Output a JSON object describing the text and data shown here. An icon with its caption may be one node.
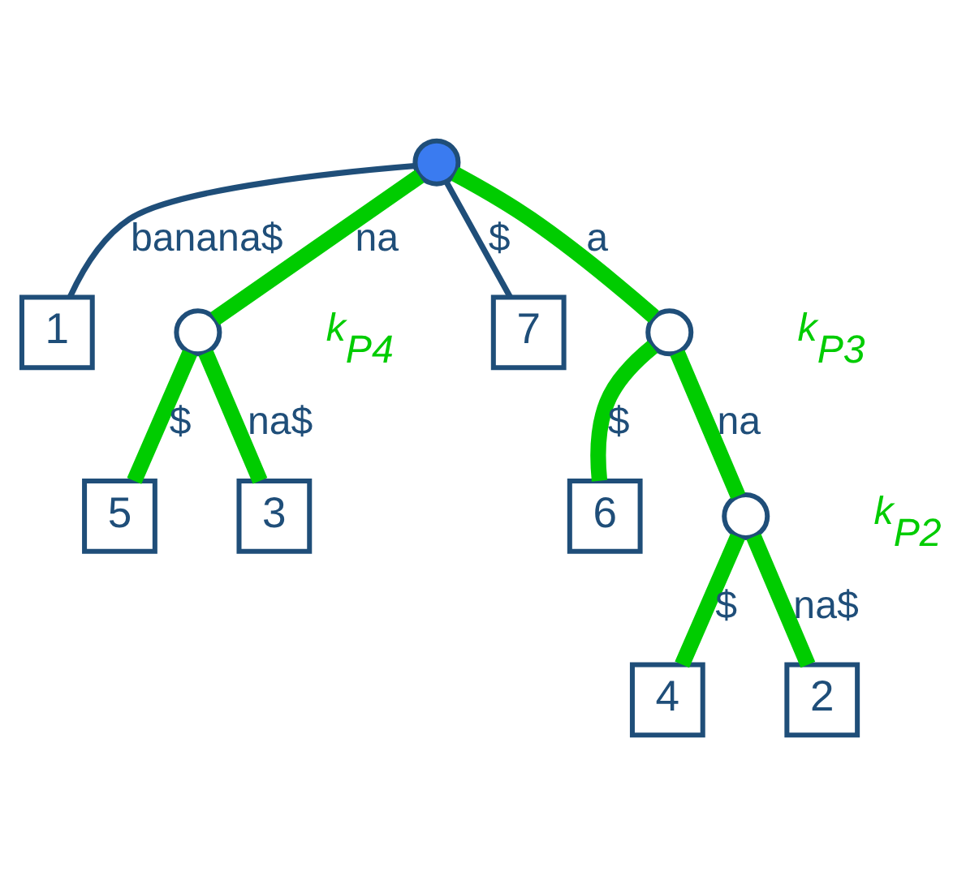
{
  "diagram": {
    "nodes": [
      {
        "text": [],
        "shape": "circle"
      },
      {
        "text": [
          "1"
        ]
      },
      {
        "text": [],
        "shape": "circle",
        "beside": [
          "k$_{P4}$"
        ]
      },
      {
        "text": [
          "7"
        ]
      },
      {
        "text": [],
        "shape": "circle",
        "beside": [
          "k$_{P3}$"
        ]
      },
      {
        "text": [
          "5"
        ]
      },
      {
        "text": [
          "6"
        ]
      },
      {
        "text": [
          "3"
        ]
      },
      {
        "text": [],
        "shape": "circle",
        "beside": [
          "k$_{P2}$"
        ]
      },
      {
        "text": [
          "4"
        ]
      },
      {
        "text": [
          "2"
        ]
      }
    ],
    "edges": [
      {
        "from": 0,
        "to": 1,
        "arrow": "none",
        "label": "banana$",
        "color": "#1f4e79"
      },
      {
        "from": 0,
        "to": 3,
        "arrow": "none",
        "label": "$",
        "color": "#1f4e79"
      },
      {
        "from": 0,
        "to": 4,
        "arrow": "none",
        "label": "a"
      },
      {
        "from": 0,
        "to": 2,
        "arrow": "none",
        "label": "na"
      },
      {
        "from": 2,
        "to": 5,
        "arrow": "none",
        "label": "$"
      },
      {
        "from": 2,
        "to": 7,
        "arrow": "none",
        "label": "na$"
      },
      {
        "from": 4,
        "to": 6,
        "arrow": "none",
        "label": "$"
      },
      {
        "from": 4,
        "to": 8,
        "arrow": "none",
        "label": "na"
      },
      {
        "from": 8,
        "to": 9,
        "arrow": "none",
        "label": "$"
      },
      {
        "from": 8,
        "to": 10,
        "arrow": "none",
        "label": "na$"
      }
    ]
  }
}
